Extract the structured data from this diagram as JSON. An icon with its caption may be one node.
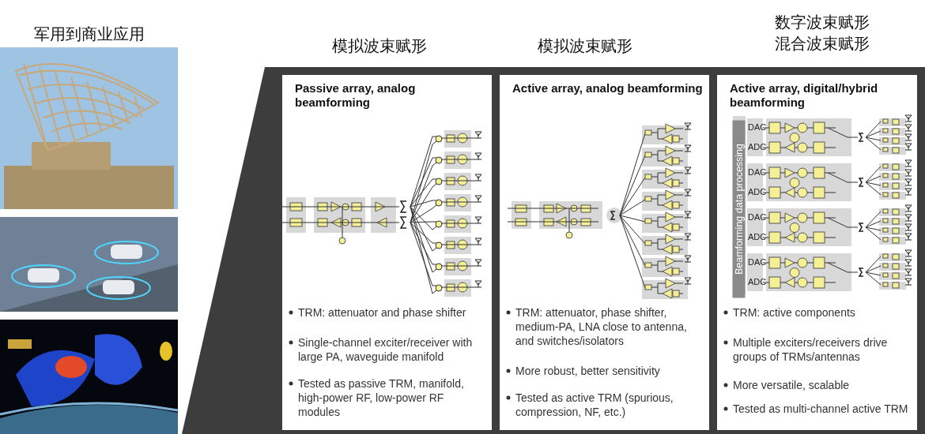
{
  "diagram": {
    "nodes": [
      {
        "text": [],
        "shape": "picture"
      },
      {
        "text": [],
        "shape": "picture"
      },
      {
        "text": [],
        "shape": "picture"
      },
      {
        "text": [
          "Passive array, analog beamforming",
          "TRM: attenuator and phase shifter",
          "Single-channel exciter/receiver with large PA, waveguide manifold",
          "Tested as passive TRM, manifold, high-power RF, low-power RF modules"
        ]
      },
      {
        "text": [
          "Active array, analog beamforming",
          "TRM: attenuator, phase shifter, medium-PA, LNA close to antenna, and switches/isolators",
          "More robust, better sensitivity",
          "Tested as active TRM (spurious, compression, NF, etc.)"
        ]
      },
      {
        "text": [
          "Active array, digital/hybrid beamforming",
          "TRM: active components",
          "Multiple exciters/receivers drive groups of TRMs/antennas",
          "More versatile, scalable",
          "Tested as multi-channel active TRM"
        ]
      }
    ],
    "labels": [
      "军用到商业应用",
      "模拟波束赋形",
      "模拟波束赋形",
      "数字波束赋形",
      "混合波束赋形",
      "Beamforming data processing",
      "DAC",
      "ADC",
      "DAC",
      "ADC",
      "DAC",
      "ADC",
      "DAC",
      "ADC"
    ]
  }
}
